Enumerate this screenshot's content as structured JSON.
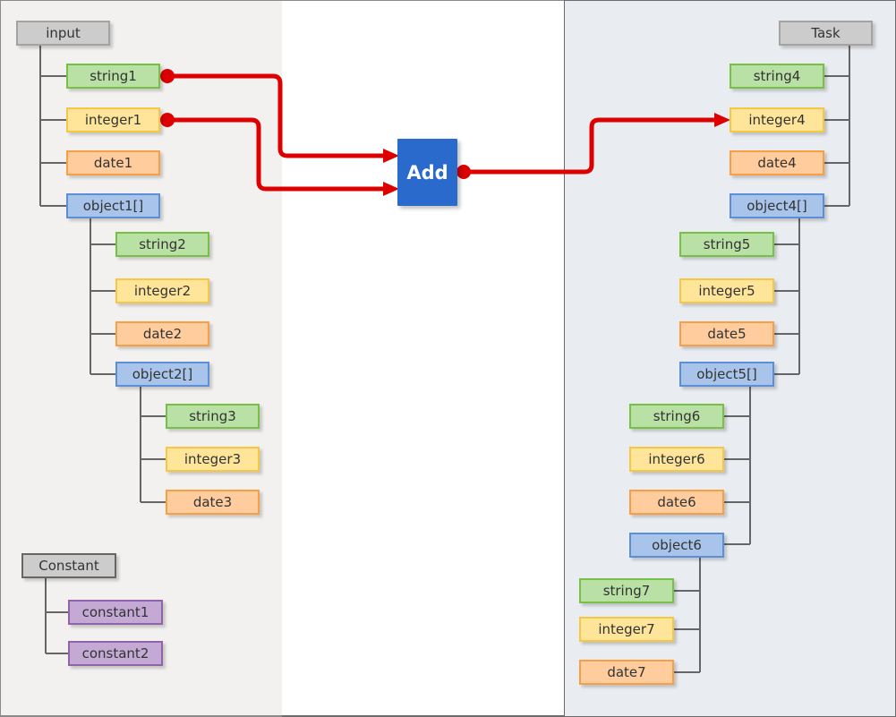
{
  "colors": {
    "wire": "#dd0000",
    "tree_line": "#666666",
    "function_block": "#2a6acc",
    "string": "#b9e0a5",
    "integer": "#fee599",
    "date": "#fecc9d",
    "object": "#a9c4eb",
    "constant": "#c3a9d4",
    "root": "#cccccc"
  },
  "source": {
    "root": "input",
    "level1": [
      "string1",
      "integer1",
      "date1",
      "object1[]"
    ],
    "level2": [
      "string2",
      "integer2",
      "date2",
      "object2[]"
    ],
    "level3": [
      "string3",
      "integer3",
      "date3"
    ]
  },
  "constants": {
    "root": "Constant",
    "items": [
      "constant1",
      "constant2"
    ]
  },
  "function": {
    "label": "Add",
    "inputs": [
      "string1",
      "integer1"
    ],
    "output": "integer4"
  },
  "target": {
    "root": "Task",
    "level1": [
      "string4",
      "integer4",
      "date4",
      "object4[]"
    ],
    "level2": [
      "string5",
      "integer5",
      "date5",
      "object5[]"
    ],
    "level3": [
      "string6",
      "integer6",
      "date6",
      "object6"
    ],
    "level4": [
      "string7",
      "integer7",
      "date7"
    ]
  }
}
